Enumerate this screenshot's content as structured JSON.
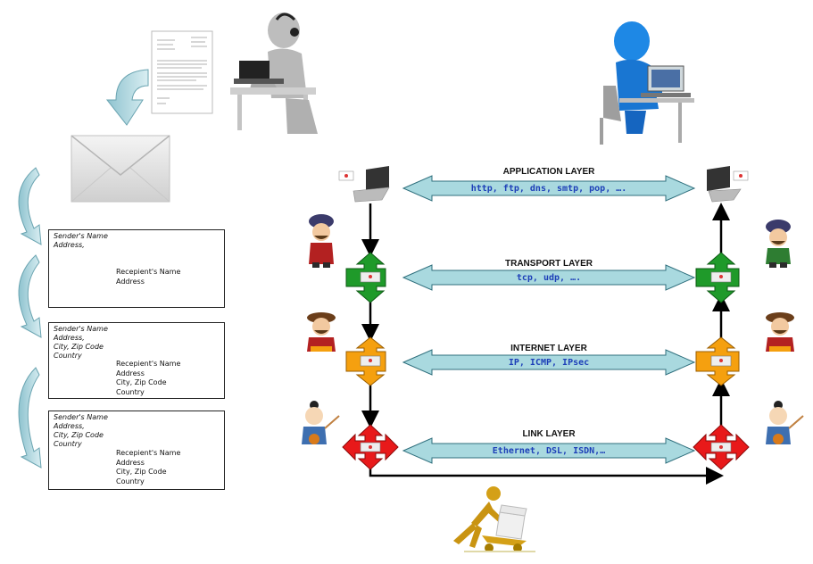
{
  "envelopes": [
    {
      "sender_lines": [
        "Sender's Name",
        "Address,"
      ],
      "recipient_lines": [
        "Recepient's Name",
        "Address"
      ],
      "stamp": false
    },
    {
      "sender_lines": [
        "Sender's Name",
        "Address,",
        "City, Zip Code",
        "Country"
      ],
      "recipient_lines": [
        "Recepient's Name",
        "Address",
        "City, Zip Code",
        "Country"
      ],
      "stamp": false
    },
    {
      "sender_lines": [
        "Sender's Name",
        "Address,",
        "City, Zip Code",
        "Country"
      ],
      "recipient_lines": [
        "Recepient's Name",
        "Address",
        "City, Zip Code",
        "Country"
      ],
      "stamp": true
    }
  ],
  "layers": [
    {
      "title": "APPLICATION LAYER",
      "protocols": "http, ftp, dns, smtp, pop, ….",
      "color": "#a9d9df"
    },
    {
      "title": "TRANSPORT LAYER",
      "protocols": "tcp, udp, ….",
      "color": "#a9d9df"
    },
    {
      "title": "INTERNET LAYER",
      "protocols": "IP, ICMP, IPsec",
      "color": "#a9d9df"
    },
    {
      "title": "LINK LAYER",
      "protocols": "Ethernet, DSL, ISDN,…",
      "color": "#a9d9df"
    }
  ],
  "node_colors": {
    "transport": "#1f9a2a",
    "internet": "#f5a00f",
    "link": "#e8191a"
  },
  "icons": [
    "letter-document-icon",
    "sender-person-icon",
    "receiver-person-icon",
    "envelope-icon",
    "laptop-icon",
    "courier-icon",
    "postman-icon"
  ]
}
